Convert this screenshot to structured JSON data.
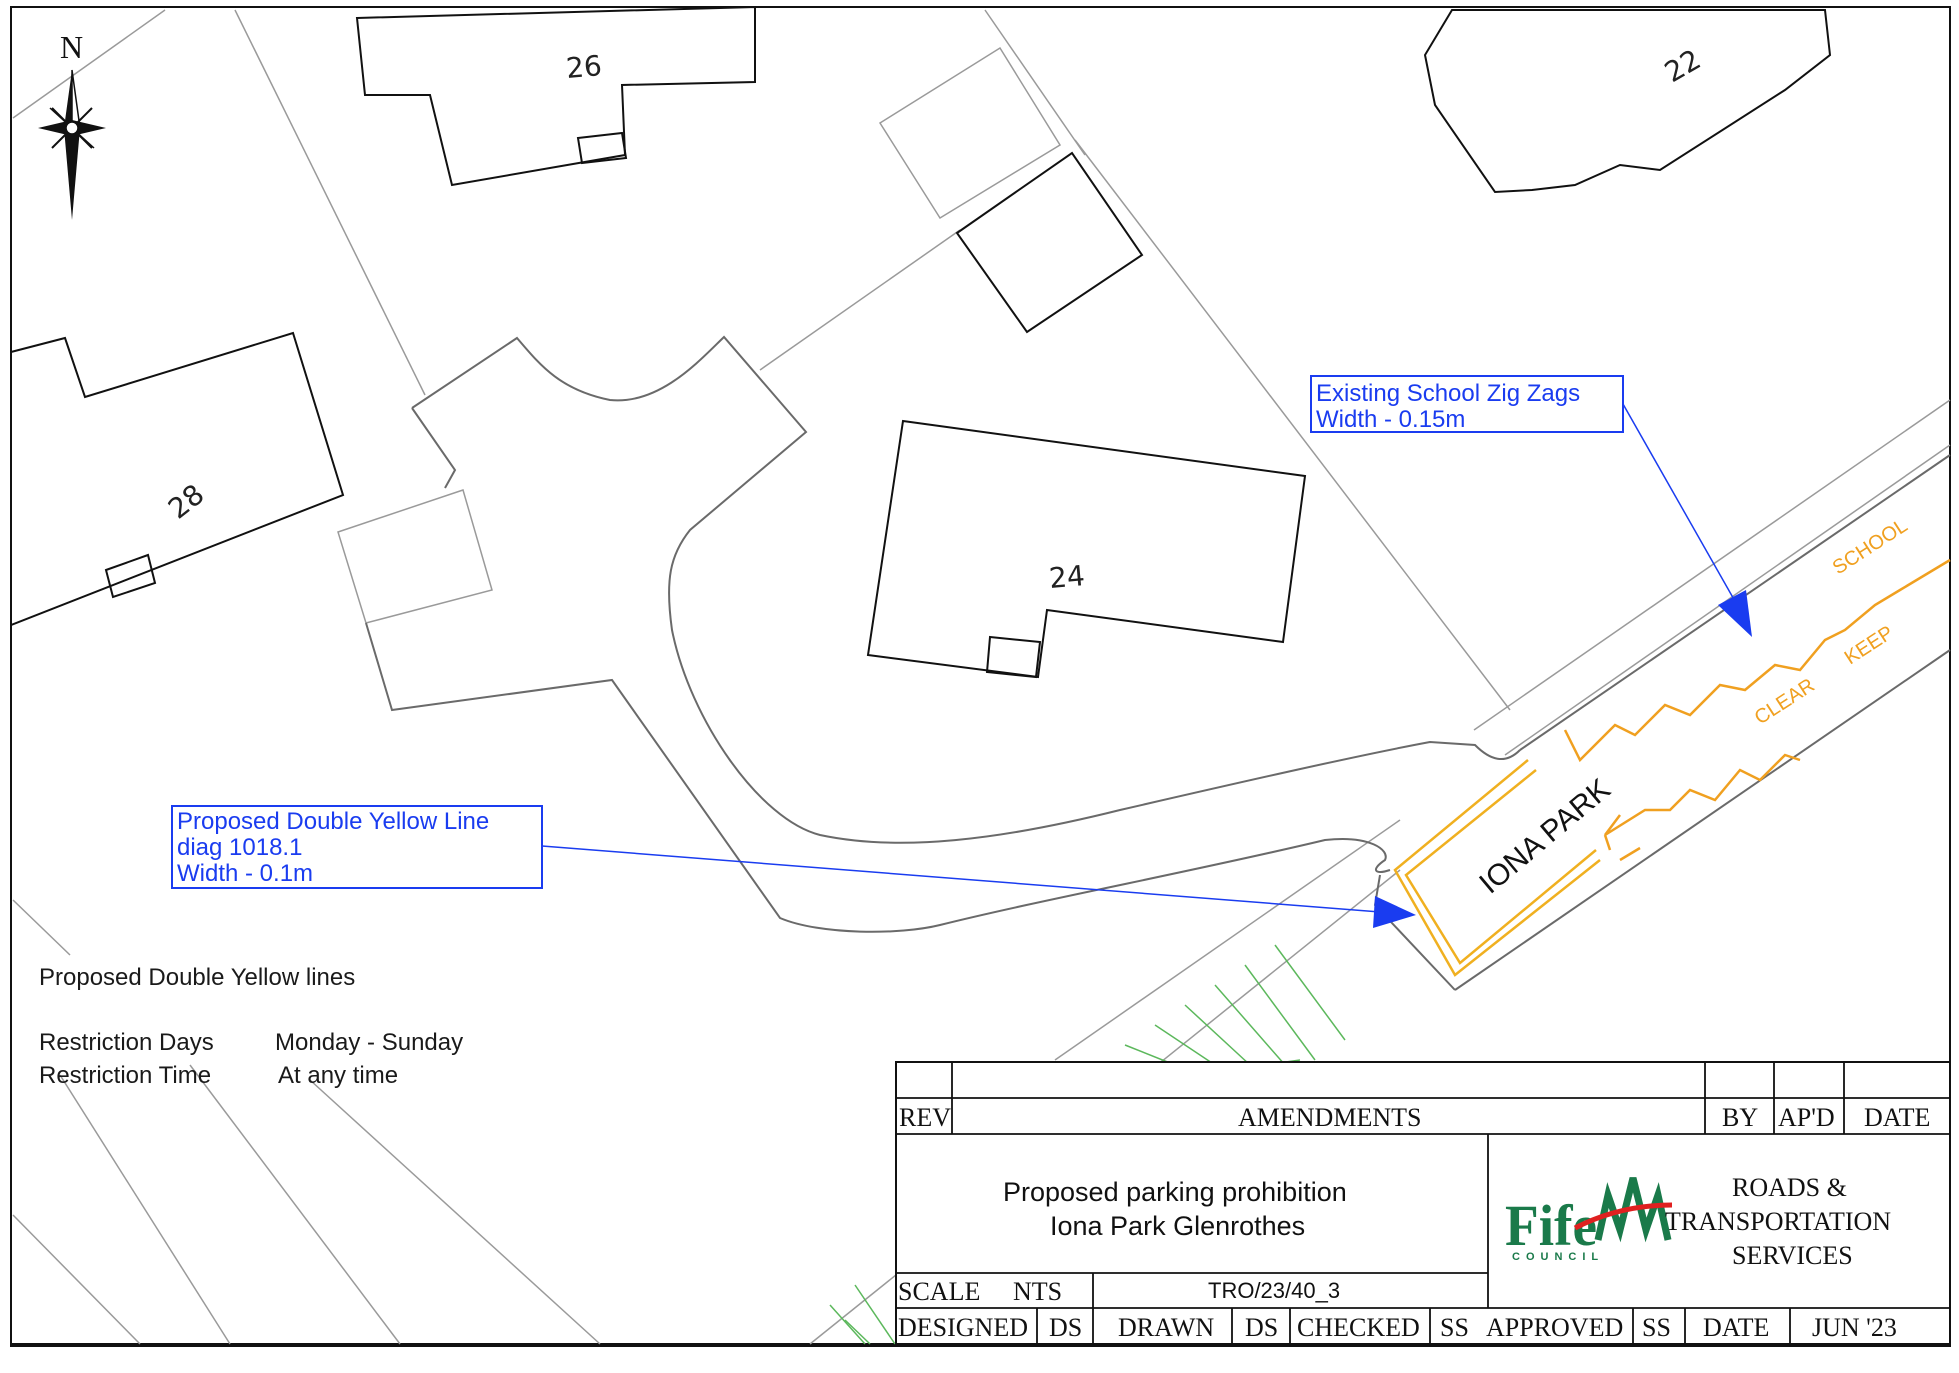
{
  "north_label": "N",
  "houses": [
    "26",
    "22",
    "28",
    "24"
  ],
  "road_name": "IONA PARK",
  "road_markings": {
    "zig_top": "SCHOOL",
    "zig_bottom_1": "KEEP",
    "zig_bottom_2": "CLEAR"
  },
  "callouts": {
    "zigzag": {
      "line1": "Existing School Zig Zags",
      "line2": "Width - 0.15m"
    },
    "yellow": {
      "line1": "Proposed Double Yellow Line",
      "line2": "diag 1018.1",
      "line3": "Width - 0.1m"
    }
  },
  "notes": {
    "heading": "Proposed Double Yellow lines",
    "days_label": "Restriction Days",
    "days_value": "Monday - Sunday",
    "time_label": "Restriction Time",
    "time_value": "At any time"
  },
  "title_block": {
    "rev": "REV",
    "amendments": "AMENDMENTS",
    "by": "BY",
    "apd": "AP'D",
    "date_col": "DATE",
    "title1": "Proposed parking prohibition",
    "title2": "Iona Park Glenrothes",
    "logo_text": "Fife",
    "logo_sub": "COUNCIL",
    "dept1": "ROADS  &",
    "dept2": "TRANSPORTATION",
    "dept3": "SERVICES",
    "scale_label": "SCALE",
    "scale_value": "NTS",
    "drawing_no": "TRO/23/40_3",
    "designed_label": "DESIGNED",
    "designed_value": "DS",
    "drawn_label": "DRAWN",
    "drawn_value": "DS",
    "checked_label": "CHECKED",
    "checked_value": "SS",
    "approved_label": "APPROVED",
    "approved_value": "SS",
    "date_label": "DATE",
    "date_value": "JUN  '23"
  },
  "colors": {
    "callout": "#1a3cf0",
    "yellow_line": "#f0b020",
    "zigzag": "#f0a020",
    "hatch": "#5cb85c",
    "logo_green": "#1a7a4a",
    "logo_red": "#e02020"
  }
}
